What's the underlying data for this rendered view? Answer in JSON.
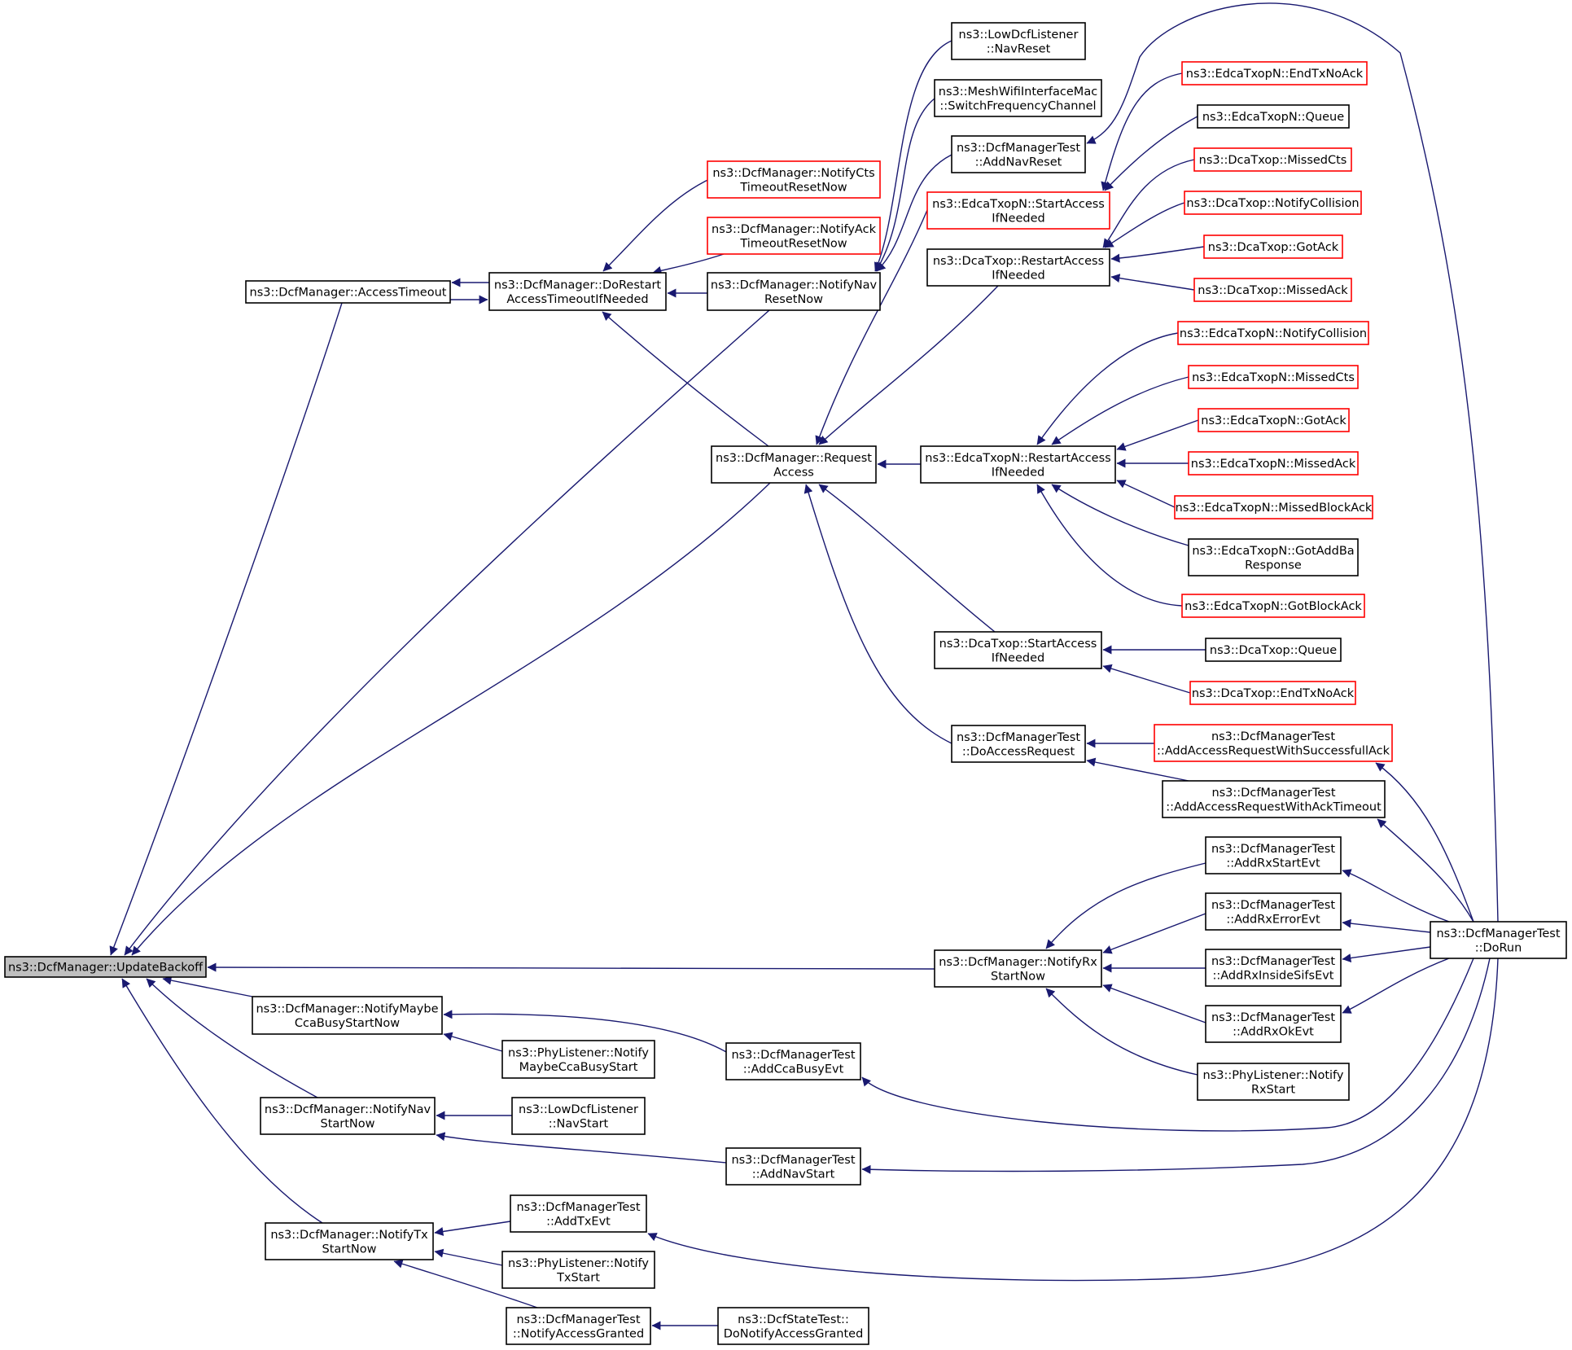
{
  "colors": {
    "edge": "#191970",
    "border_default": "#000000",
    "border_truncated": "#ff0000",
    "root_fill": "#bfbfbf"
  },
  "nodes": [
    {
      "id": "update_backoff",
      "lines": [
        "ns3::DcfManager::UpdateBackoff"
      ],
      "border": "root"
    },
    {
      "id": "access_timeout",
      "lines": [
        "ns3::DcfManager::AccessTimeout"
      ],
      "border": "black"
    },
    {
      "id": "do_restart",
      "lines": [
        "ns3::DcfManager::DoRestart",
        "AccessTimeoutIfNeeded"
      ],
      "border": "black"
    },
    {
      "id": "notify_cts",
      "lines": [
        "ns3::DcfManager::NotifyCts",
        "TimeoutResetNow"
      ],
      "border": "red"
    },
    {
      "id": "notify_ack",
      "lines": [
        "ns3::DcfManager::NotifyAck",
        "TimeoutResetNow"
      ],
      "border": "red"
    },
    {
      "id": "notify_nav_reset",
      "lines": [
        "ns3::DcfManager::NotifyNav",
        "ResetNow"
      ],
      "border": "black"
    },
    {
      "id": "request_access",
      "lines": [
        "ns3::DcfManager::Request",
        "Access"
      ],
      "border": "black"
    },
    {
      "id": "low_nav_reset",
      "lines": [
        "ns3::LowDcfListener",
        "::NavReset"
      ],
      "border": "black"
    },
    {
      "id": "mesh_switch",
      "lines": [
        "ns3::MeshWifiInterfaceMac",
        "::SwitchFrequencyChannel"
      ],
      "border": "black"
    },
    {
      "id": "test_add_nav_reset",
      "lines": [
        "ns3::DcfManagerTest",
        "::AddNavReset"
      ],
      "border": "black"
    },
    {
      "id": "edca_start",
      "lines": [
        "ns3::EdcaTxopN::StartAccess",
        "IfNeeded"
      ],
      "border": "red"
    },
    {
      "id": "dca_restart",
      "lines": [
        "ns3::DcaTxop::RestartAccess",
        "IfNeeded"
      ],
      "border": "black"
    },
    {
      "id": "edca_restart",
      "lines": [
        "ns3::EdcaTxopN::RestartAccess",
        "IfNeeded"
      ],
      "border": "black"
    },
    {
      "id": "dca_start",
      "lines": [
        "ns3::DcaTxop::StartAccess",
        "IfNeeded"
      ],
      "border": "black"
    },
    {
      "id": "test_do_access",
      "lines": [
        "ns3::DcfManagerTest",
        "::DoAccessRequest"
      ],
      "border": "black"
    },
    {
      "id": "edca_end_tx",
      "lines": [
        "ns3::EdcaTxopN::EndTxNoAck"
      ],
      "border": "red"
    },
    {
      "id": "edca_queue",
      "lines": [
        "ns3::EdcaTxopN::Queue"
      ],
      "border": "black"
    },
    {
      "id": "dca_missed_cts",
      "lines": [
        "ns3::DcaTxop::MissedCts"
      ],
      "border": "red"
    },
    {
      "id": "dca_notify_coll",
      "lines": [
        "ns3::DcaTxop::NotifyCollision"
      ],
      "border": "red"
    },
    {
      "id": "dca_got_ack",
      "lines": [
        "ns3::DcaTxop::GotAck"
      ],
      "border": "red"
    },
    {
      "id": "dca_missed_ack",
      "lines": [
        "ns3::DcaTxop::MissedAck"
      ],
      "border": "red"
    },
    {
      "id": "edca_notify_coll",
      "lines": [
        "ns3::EdcaTxopN::NotifyCollision"
      ],
      "border": "red"
    },
    {
      "id": "edca_missed_cts",
      "lines": [
        "ns3::EdcaTxopN::MissedCts"
      ],
      "border": "red"
    },
    {
      "id": "edca_got_ack",
      "lines": [
        "ns3::EdcaTxopN::GotAck"
      ],
      "border": "red"
    },
    {
      "id": "edca_missed_ack",
      "lines": [
        "ns3::EdcaTxopN::MissedAck"
      ],
      "border": "red"
    },
    {
      "id": "edca_missed_block",
      "lines": [
        "ns3::EdcaTxopN::MissedBlockAck"
      ],
      "border": "red"
    },
    {
      "id": "edca_got_addba",
      "lines": [
        "ns3::EdcaTxopN::GotAddBa",
        "Response"
      ],
      "border": "black"
    },
    {
      "id": "edca_got_block",
      "lines": [
        "ns3::EdcaTxopN::GotBlockAck"
      ],
      "border": "red"
    },
    {
      "id": "dca_queue",
      "lines": [
        "ns3::DcaTxop::Queue"
      ],
      "border": "black"
    },
    {
      "id": "dca_end_tx",
      "lines": [
        "ns3::DcaTxop::EndTxNoAck"
      ],
      "border": "red"
    },
    {
      "id": "test_add_success",
      "lines": [
        "ns3::DcfManagerTest",
        "::AddAccessRequestWithSuccessfullAck"
      ],
      "border": "red"
    },
    {
      "id": "test_add_timeout",
      "lines": [
        "ns3::DcfManagerTest",
        "::AddAccessRequestWithAckTimeout"
      ],
      "border": "black"
    },
    {
      "id": "notify_rx_start",
      "lines": [
        "ns3::DcfManager::NotifyRx",
        "StartNow"
      ],
      "border": "black"
    },
    {
      "id": "test_rx_start",
      "lines": [
        "ns3::DcfManagerTest",
        "::AddRxStartEvt"
      ],
      "border": "black"
    },
    {
      "id": "test_rx_error",
      "lines": [
        "ns3::DcfManagerTest",
        "::AddRxErrorEvt"
      ],
      "border": "black"
    },
    {
      "id": "test_rx_sifs",
      "lines": [
        "ns3::DcfManagerTest",
        "::AddRxInsideSifsEvt"
      ],
      "border": "black"
    },
    {
      "id": "test_rx_ok",
      "lines": [
        "ns3::DcfManagerTest",
        "::AddRxOkEvt"
      ],
      "border": "black"
    },
    {
      "id": "phy_rx_start",
      "lines": [
        "ns3::PhyListener::Notify",
        "RxStart"
      ],
      "border": "black"
    },
    {
      "id": "test_do_run",
      "lines": [
        "ns3::DcfManagerTest",
        "::DoRun"
      ],
      "border": "black"
    },
    {
      "id": "notify_cca",
      "lines": [
        "ns3::DcfManager::NotifyMaybe",
        "CcaBusyStartNow"
      ],
      "border": "black"
    },
    {
      "id": "phy_cca",
      "lines": [
        "ns3::PhyListener::Notify",
        "MaybeCcaBusyStart"
      ],
      "border": "black"
    },
    {
      "id": "test_add_cca",
      "lines": [
        "ns3::DcfManagerTest",
        "::AddCcaBusyEvt"
      ],
      "border": "black"
    },
    {
      "id": "notify_nav_start",
      "lines": [
        "ns3::DcfManager::NotifyNav",
        "StartNow"
      ],
      "border": "black"
    },
    {
      "id": "low_nav_start",
      "lines": [
        "ns3::LowDcfListener",
        "::NavStart"
      ],
      "border": "black"
    },
    {
      "id": "test_add_nav_start",
      "lines": [
        "ns3::DcfManagerTest",
        "::AddNavStart"
      ],
      "border": "black"
    },
    {
      "id": "notify_tx_start",
      "lines": [
        "ns3::DcfManager::NotifyTx",
        "StartNow"
      ],
      "border": "black"
    },
    {
      "id": "test_add_tx",
      "lines": [
        "ns3::DcfManagerTest",
        "::AddTxEvt"
      ],
      "border": "black"
    },
    {
      "id": "phy_tx_start",
      "lines": [
        "ns3::PhyListener::Notify",
        "TxStart"
      ],
      "border": "black"
    },
    {
      "id": "test_notify_granted",
      "lines": [
        "ns3::DcfManagerTest",
        "::NotifyAccessGranted"
      ],
      "border": "black"
    },
    {
      "id": "state_do_notify",
      "lines": [
        "ns3::DcfStateTest::",
        "DoNotifyAccessGranted"
      ],
      "border": "black"
    }
  ],
  "edges": [
    {
      "from": "access_timeout",
      "to": "update_backoff"
    },
    {
      "from": "do_restart",
      "to": "access_timeout"
    },
    {
      "from": "access_timeout",
      "to": "do_restart"
    },
    {
      "from": "notify_cts",
      "to": "do_restart"
    },
    {
      "from": "notify_ack",
      "to": "do_restart"
    },
    {
      "from": "notify_nav_reset",
      "to": "do_restart"
    },
    {
      "from": "request_access",
      "to": "do_restart"
    },
    {
      "from": "notify_nav_reset",
      "to": "update_backoff"
    },
    {
      "from": "low_nav_reset",
      "to": "notify_nav_reset"
    },
    {
      "from": "mesh_switch",
      "to": "notify_nav_reset"
    },
    {
      "from": "test_add_nav_reset",
      "to": "notify_nav_reset"
    },
    {
      "from": "request_access",
      "to": "update_backoff"
    },
    {
      "from": "edca_start",
      "to": "request_access"
    },
    {
      "from": "dca_restart",
      "to": "request_access"
    },
    {
      "from": "edca_restart",
      "to": "request_access"
    },
    {
      "from": "dca_start",
      "to": "request_access"
    },
    {
      "from": "test_do_access",
      "to": "request_access"
    },
    {
      "from": "test_do_run",
      "to": "test_add_nav_reset"
    },
    {
      "from": "edca_end_tx",
      "to": "edca_start"
    },
    {
      "from": "edca_queue",
      "to": "edca_start"
    },
    {
      "from": "dca_missed_cts",
      "to": "dca_restart"
    },
    {
      "from": "dca_notify_coll",
      "to": "dca_restart"
    },
    {
      "from": "dca_got_ack",
      "to": "dca_restart"
    },
    {
      "from": "dca_missed_ack",
      "to": "dca_restart"
    },
    {
      "from": "edca_notify_coll",
      "to": "edca_restart"
    },
    {
      "from": "edca_missed_cts",
      "to": "edca_restart"
    },
    {
      "from": "edca_got_ack",
      "to": "edca_restart"
    },
    {
      "from": "edca_missed_ack",
      "to": "edca_restart"
    },
    {
      "from": "edca_missed_block",
      "to": "edca_restart"
    },
    {
      "from": "edca_got_addba",
      "to": "edca_restart"
    },
    {
      "from": "edca_got_block",
      "to": "edca_restart"
    },
    {
      "from": "dca_queue",
      "to": "dca_start"
    },
    {
      "from": "dca_end_tx",
      "to": "dca_start"
    },
    {
      "from": "test_add_success",
      "to": "test_do_access"
    },
    {
      "from": "test_add_timeout",
      "to": "test_do_access"
    },
    {
      "from": "test_do_run",
      "to": "test_add_success"
    },
    {
      "from": "test_do_run",
      "to": "test_add_timeout"
    },
    {
      "from": "notify_rx_start",
      "to": "update_backoff"
    },
    {
      "from": "test_rx_start",
      "to": "notify_rx_start"
    },
    {
      "from": "test_rx_error",
      "to": "notify_rx_start"
    },
    {
      "from": "test_rx_sifs",
      "to": "notify_rx_start"
    },
    {
      "from": "test_rx_ok",
      "to": "notify_rx_start"
    },
    {
      "from": "phy_rx_start",
      "to": "notify_rx_start"
    },
    {
      "from": "test_do_run",
      "to": "test_rx_start"
    },
    {
      "from": "test_do_run",
      "to": "test_rx_error"
    },
    {
      "from": "test_do_run",
      "to": "test_rx_sifs"
    },
    {
      "from": "test_do_run",
      "to": "test_rx_ok"
    },
    {
      "from": "notify_cca",
      "to": "update_backoff"
    },
    {
      "from": "phy_cca",
      "to": "notify_cca"
    },
    {
      "from": "test_add_cca",
      "to": "notify_cca"
    },
    {
      "from": "test_do_run",
      "to": "test_add_cca"
    },
    {
      "from": "notify_nav_start",
      "to": "update_backoff"
    },
    {
      "from": "low_nav_start",
      "to": "notify_nav_start"
    },
    {
      "from": "test_add_nav_start",
      "to": "notify_nav_start"
    },
    {
      "from": "test_do_run",
      "to": "test_add_nav_start"
    },
    {
      "from": "notify_tx_start",
      "to": "update_backoff"
    },
    {
      "from": "test_add_tx",
      "to": "notify_tx_start"
    },
    {
      "from": "phy_tx_start",
      "to": "notify_tx_start"
    },
    {
      "from": "test_notify_granted",
      "to": "notify_tx_start"
    },
    {
      "from": "test_do_run",
      "to": "test_add_tx"
    },
    {
      "from": "state_do_notify",
      "to": "test_notify_granted"
    }
  ]
}
